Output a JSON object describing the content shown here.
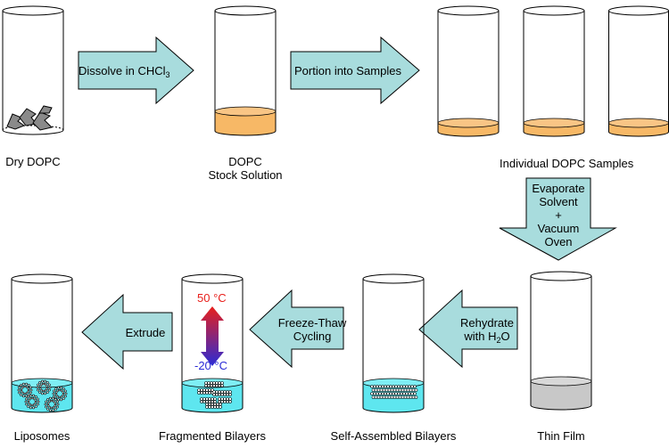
{
  "steps": {
    "dry": "Dry DOPC",
    "stock_line1": "DOPC",
    "stock_line2": "Stock Solution",
    "individual": "Individual DOPC Samples",
    "thin_film": "Thin Film",
    "self_assembled": "Self-Assembled Bilayers",
    "fragmented": "Fragmented Bilayers",
    "liposomes": "Liposomes"
  },
  "arrows": {
    "dissolve_prefix": "Dissolve in CHCl",
    "dissolve_sub": "3",
    "portion": "Portion into Samples",
    "evaporate_1": "Evaporate",
    "evaporate_2": "Solvent",
    "evaporate_3": "+",
    "evaporate_4": "Vacuum",
    "evaporate_5": "Oven",
    "rehydrate_1": "Rehydrate",
    "rehydrate_2": "with H",
    "rehydrate_sub": "2",
    "rehydrate_3": "O",
    "freeze_1": "Freeze-Thaw",
    "freeze_2": "Cycling",
    "extrude": "Extrude"
  },
  "temperatures": {
    "hot": "50 °C",
    "cold": "-20 °C"
  },
  "colors": {
    "arrow_fill": "#a8dcdd",
    "stock_solution": "#f7b866",
    "buffer": "#5ee6ef",
    "thin_film": "#c8c8c8",
    "hot": "#e8201c",
    "cold": "#2a2bd6"
  }
}
